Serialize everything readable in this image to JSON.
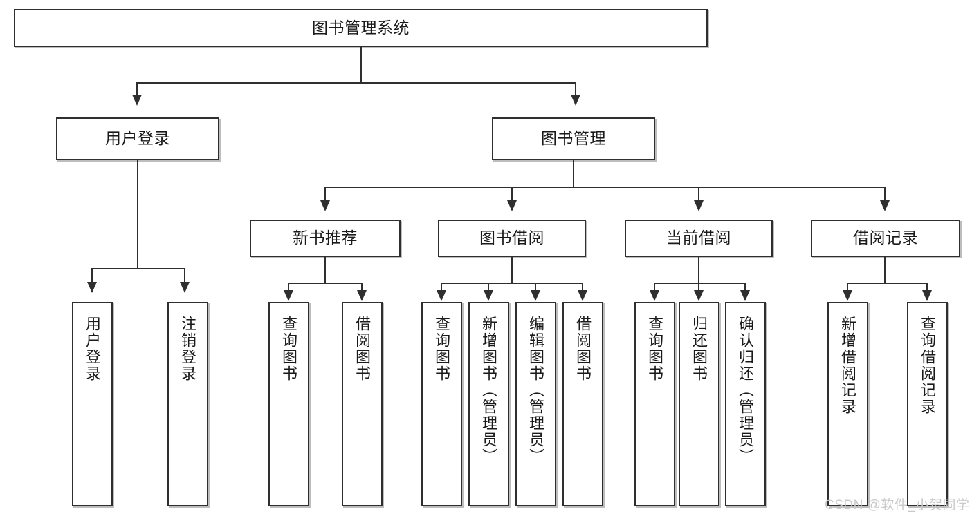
{
  "diagram": {
    "type": "tree-hierarchy-chart",
    "title": "图书管理系统",
    "orientation": "top-down",
    "colors": {
      "box_border": "#2f2f2f",
      "box_fill": "#ffffff",
      "connector": "#2f2f2f",
      "text": "#1a1a1a",
      "watermark": "#c9c9c9",
      "background": "#ffffff"
    },
    "root": {
      "label": "图书管理系统"
    },
    "level2": [
      {
        "label": "用户登录"
      },
      {
        "label": "图书管理"
      }
    ],
    "level3": [
      {
        "label": "新书推荐"
      },
      {
        "label": "图书借阅"
      },
      {
        "label": "当前借阅"
      },
      {
        "label": "借阅记录"
      }
    ],
    "leaves": {
      "user_login": [
        {
          "label": "用户登录"
        },
        {
          "label": "注销登录"
        }
      ],
      "new_book_recommend": [
        {
          "label": "查询图书"
        },
        {
          "label": "借阅图书"
        }
      ],
      "book_borrow": [
        {
          "label": "查询图书"
        },
        {
          "label": "新增图书（管理员）"
        },
        {
          "label": "编辑图书（管理员）"
        },
        {
          "label": "借阅图书"
        }
      ],
      "current_borrow": [
        {
          "label": "查询图书"
        },
        {
          "label": "归还图书"
        },
        {
          "label": "确认归还（管理员）"
        }
      ],
      "borrow_record": [
        {
          "label": "新增借阅记录"
        },
        {
          "label": "查询借阅记录"
        }
      ]
    }
  },
  "watermark": {
    "text": "CSDN @软件_小贺同学"
  }
}
